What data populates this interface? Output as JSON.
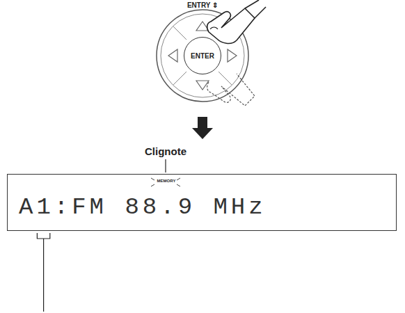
{
  "diagram": {
    "nodes": [
      {
        "text": [
          "ENTER"
        ]
      },
      {
        "text": [
          "MEMORY",
          "A1:FM 88.9 MHz"
        ]
      }
    ],
    "labels": [
      "ENTRY ⇕",
      "Clignote"
    ]
  }
}
